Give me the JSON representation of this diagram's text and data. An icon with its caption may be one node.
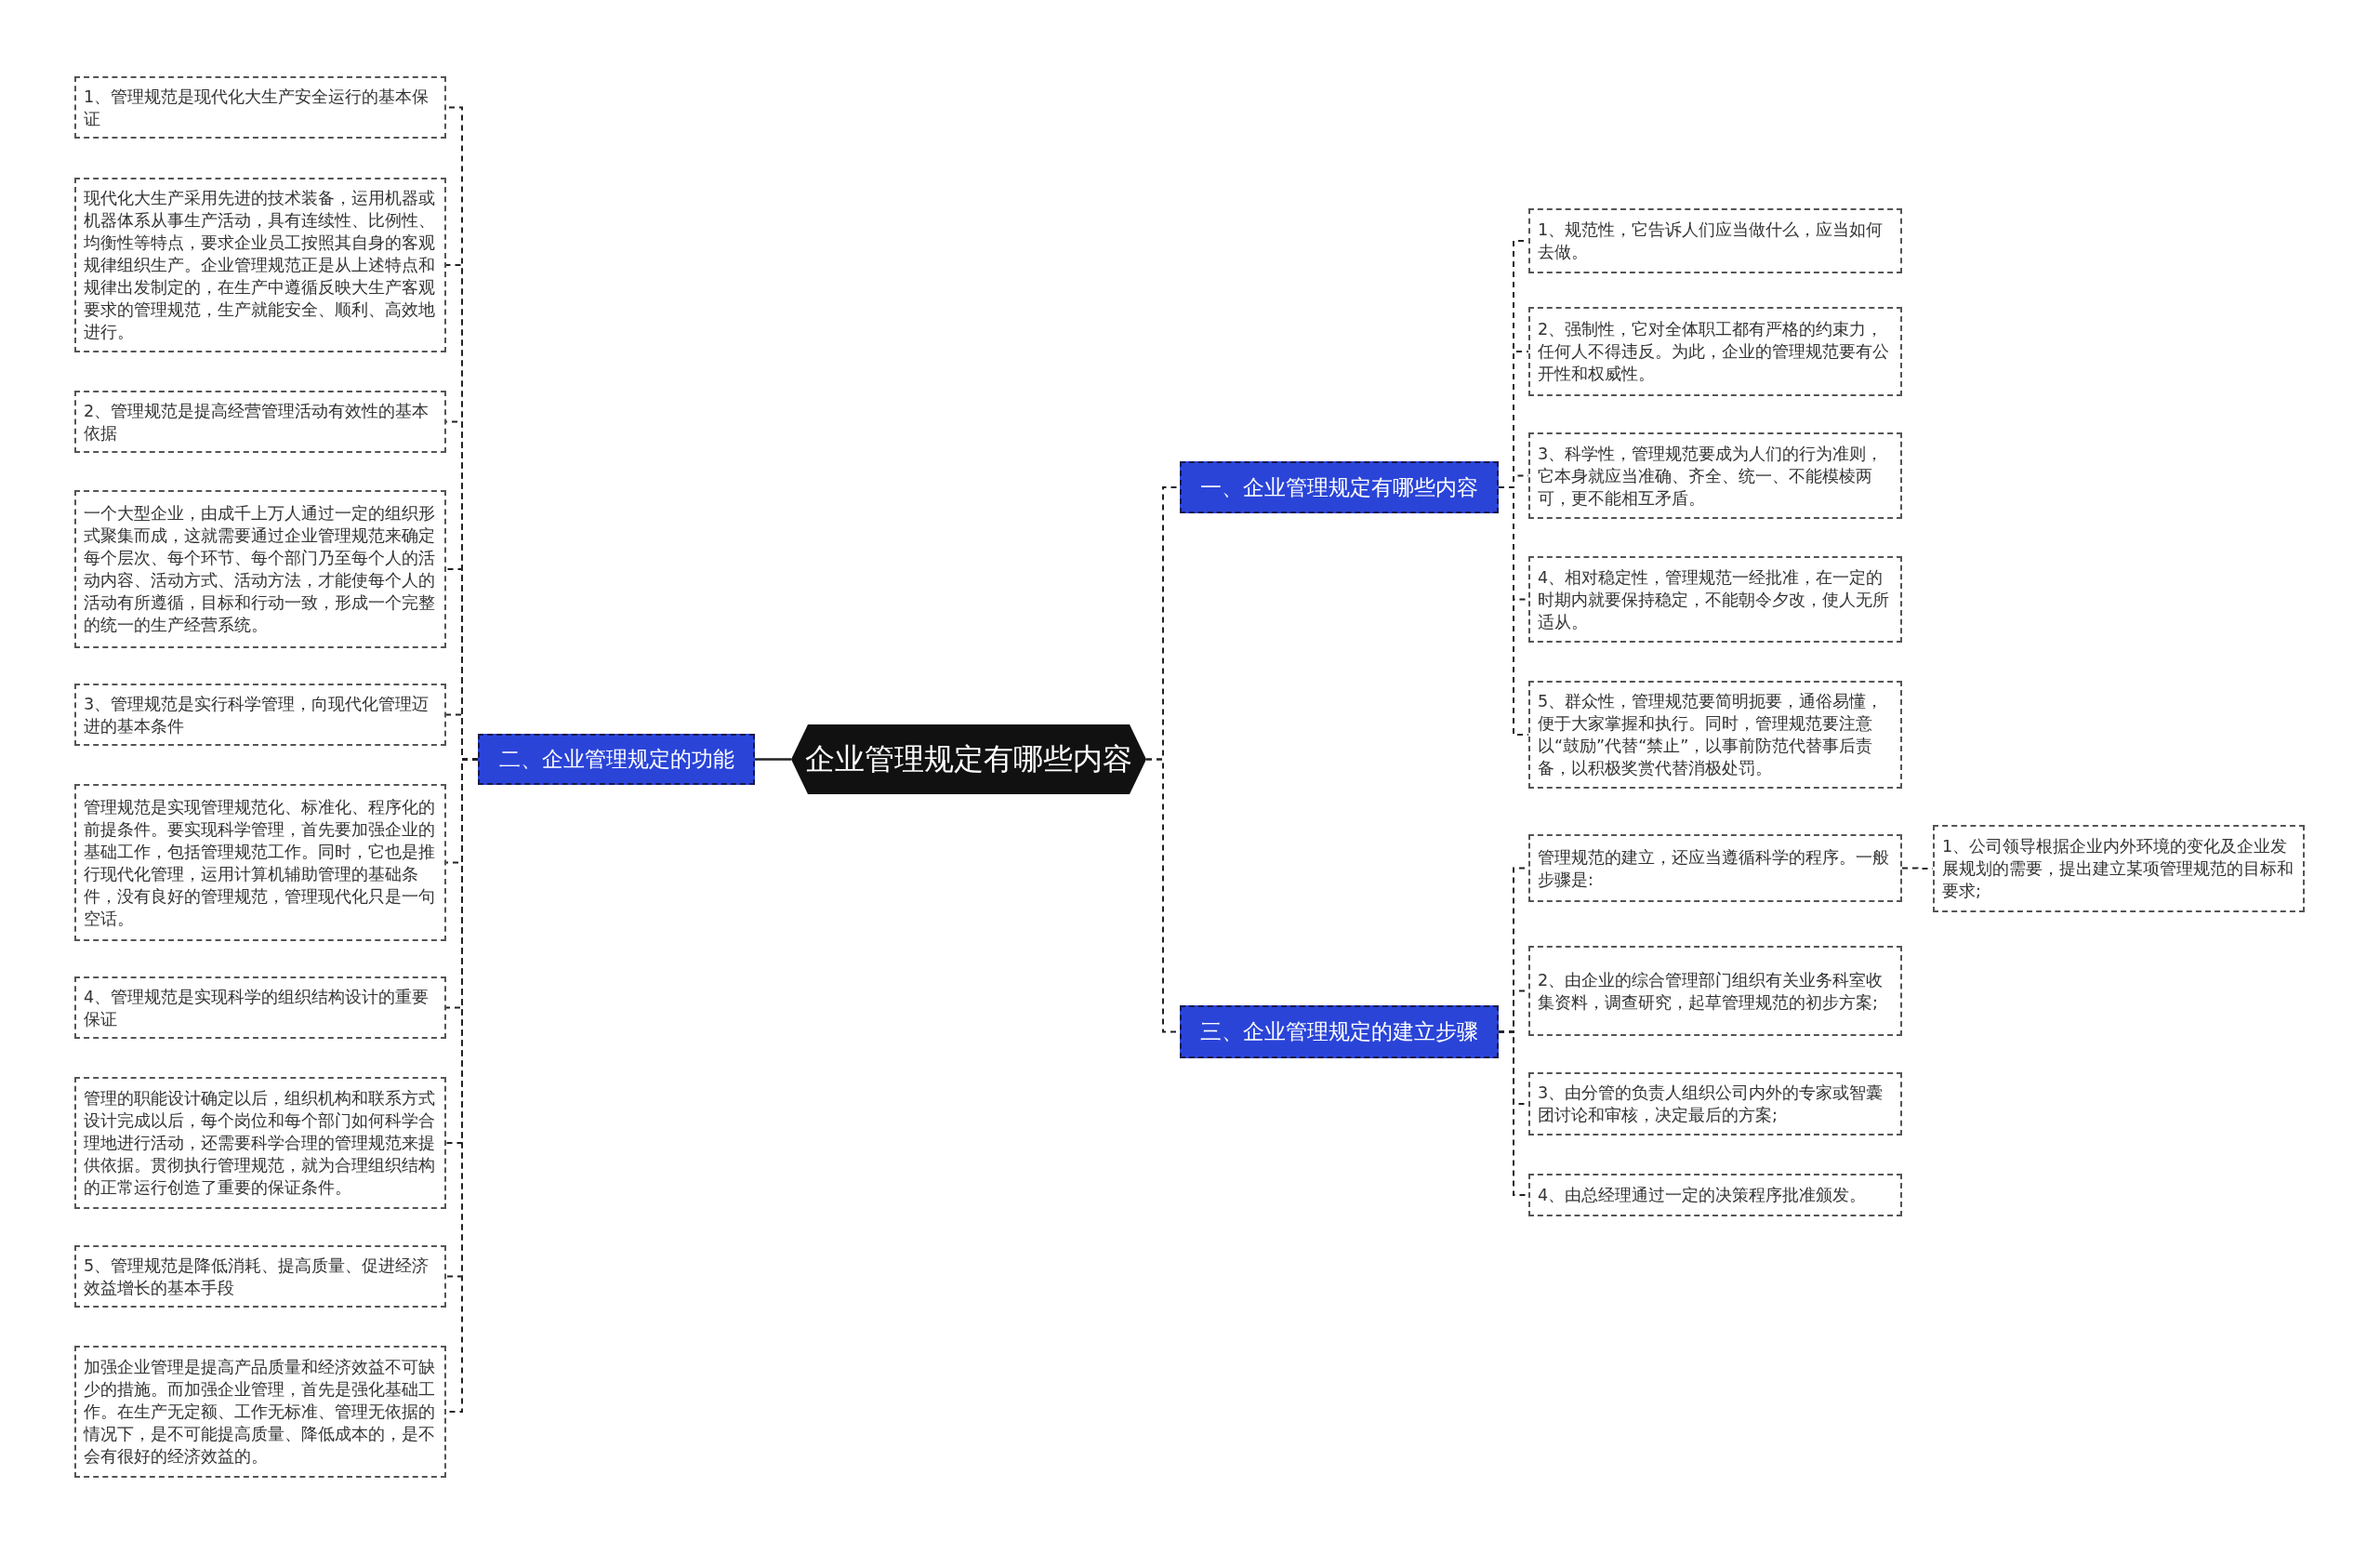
{
  "diagram": {
    "nodes": [
      {
        "text": [
          "企业管理规定有哪些内容"
        ]
      },
      {
        "text": [
          "二、企业管理规定的功能"
        ]
      },
      {
        "text": [
          "1、管理规范是现代化大生产安全运行的基本保证"
        ]
      },
      {
        "text": [
          "现代化大生产采用先进的技术装备，运用机器或机器体系从事生产活动，具有连续性、比例性、均衡性等特点，要求企业员工按照其自身的客观规律组织生产。企业管理规范正是从上述特点和规律出发制定的，在生产中遵循反映大生产客观要求的管理规范，生产就能安全、顺利、高效地进行。"
        ]
      },
      {
        "text": [
          "2、管理规范是提高经营管理活动有效性的基本依据"
        ]
      },
      {
        "text": [
          "一个大型企业，由成千上万人通过一定的组织形式聚集而成，这就需要通过企业管理规范来确定每个层次、每个环节、每个部门乃至每个人的活动内容、活动方式、活动方法，才能使每个人的活动有所遵循，目标和行动一致，形成一个完整的统一的生产经营系统。"
        ]
      },
      {
        "text": [
          "3、管理规范是实行科学管理，向现代化管理迈进的基本条件"
        ]
      },
      {
        "text": [
          "管理规范是实现管理规范化、标准化、程序化的前提条件。要实现科学管理，首先要加强企业的基础工作，包括管理规范工作。同时，它也是推行现代化管理，运用计算机辅助管理的基础条件，没有良好的管理规范，管理现代化只是一句空话。"
        ]
      },
      {
        "text": [
          "4、管理规范是实现科学的组织结构设计的重要保证"
        ]
      },
      {
        "text": [
          "管理的职能设计确定以后，组织机构和联系方式设计完成以后，每个岗位和每个部门如何科学合理地进行活动，还需要科学合理的管理规范来提供依据。贯彻执行管理规范，就为合理组织结构的正常运行创造了重要的保证条件。"
        ]
      },
      {
        "text": [
          "5、管理规范是降低消耗、提高质量、促进经济效益增长的基本手段"
        ]
      },
      {
        "text": [
          "加强企业管理是提高产品质量和经济效益不可缺少的措施。而加强企业管理，首先是强化基础工作。在生产无定额、工作无标准、管理无依据的情况下，是不可能提高质量、降低成本的，是不会有很好的经济效益的。"
        ]
      },
      {
        "text": [
          "一、企业管理规定有哪些内容"
        ]
      },
      {
        "text": [
          "1、规范性，它告诉人们应当做什么，应当如何去做。"
        ]
      },
      {
        "text": [
          "2、强制性，它对全体职工都有严格的约束力，任何人不得违反。为此，企业的管理规范要有公开性和权威性。"
        ]
      },
      {
        "text": [
          "3、科学性，管理规范要成为人们的行为准则，它本身就应当准确、齐全、统一、不能模棱两可，更不能相互矛盾。"
        ]
      },
      {
        "text": [
          "4、相对稳定性，管理规范一经批准，在一定的时期内就要保持稳定，不能朝令夕改，使人无所适从。"
        ]
      },
      {
        "text": [
          "5、群众性，管理规范要简明扼要，通俗易懂，便于大家掌握和执行。同时，管理规范要注意以“鼓励”代替“禁止”，以事前防范代替事后责备，以积极奖赏代替消极处罚。"
        ]
      },
      {
        "text": [
          "三、企业管理规定的建立步骤"
        ]
      },
      {
        "text": [
          "管理规范的建立，还应当遵循科学的程序。一般步骤是:"
        ]
      },
      {
        "text": [
          "1、公司领导根据企业内外环境的变化及企业发展规划的需要，提出建立某项管理规范的目标和要求;"
        ]
      },
      {
        "text": [
          "2、由企业的综合管理部门组织有关业务科室收集资料，调查研究，起草管理规范的初步方案;"
        ]
      },
      {
        "text": [
          "3、由分管的负责人组织公司内外的专家或智囊团讨论和审核，决定最后的方案;"
        ]
      },
      {
        "text": [
          "4、由总经理通过一定的决策程序批准颁发。"
        ]
      }
    ],
    "edges": [
      {
        "from": 0,
        "to": 1,
        "arrow": "none"
      },
      {
        "from": 1,
        "to": 2,
        "arrow": "none",
        "style": "dashed"
      },
      {
        "from": 1,
        "to": 3,
        "arrow": "none",
        "style": "dashed"
      },
      {
        "from": 1,
        "to": 4,
        "arrow": "none",
        "style": "dashed"
      },
      {
        "from": 1,
        "to": 5,
        "arrow": "none",
        "style": "dashed"
      },
      {
        "from": 1,
        "to": 6,
        "arrow": "none",
        "style": "dashed"
      },
      {
        "from": 1,
        "to": 7,
        "arrow": "none",
        "style": "dashed"
      },
      {
        "from": 1,
        "to": 8,
        "arrow": "none",
        "style": "dashed"
      },
      {
        "from": 1,
        "to": 9,
        "arrow": "none",
        "style": "dashed"
      },
      {
        "from": 1,
        "to": 10,
        "arrow": "none",
        "style": "dashed"
      },
      {
        "from": 1,
        "to": 11,
        "arrow": "none",
        "style": "dashed"
      },
      {
        "from": 0,
        "to": 12,
        "arrow": "none",
        "style": "dashed"
      },
      {
        "from": 12,
        "to": 13,
        "arrow": "none",
        "style": "dashed"
      },
      {
        "from": 12,
        "to": 14,
        "arrow": "none",
        "style": "dashed"
      },
      {
        "from": 12,
        "to": 15,
        "arrow": "none",
        "style": "dashed"
      },
      {
        "from": 12,
        "to": 16,
        "arrow": "none",
        "style": "dashed"
      },
      {
        "from": 12,
        "to": 17,
        "arrow": "none",
        "style": "dashed"
      },
      {
        "from": 0,
        "to": 18,
        "arrow": "none",
        "style": "dashed"
      },
      {
        "from": 18,
        "to": 19,
        "arrow": "none",
        "style": "dashed"
      },
      {
        "from": 19,
        "to": 20,
        "arrow": "none",
        "style": "dashed"
      },
      {
        "from": 18,
        "to": 21,
        "arrow": "none",
        "style": "dashed"
      },
      {
        "from": 18,
        "to": 22,
        "arrow": "none",
        "style": "dashed"
      },
      {
        "from": 18,
        "to": 23,
        "arrow": "none",
        "style": "dashed"
      }
    ]
  }
}
